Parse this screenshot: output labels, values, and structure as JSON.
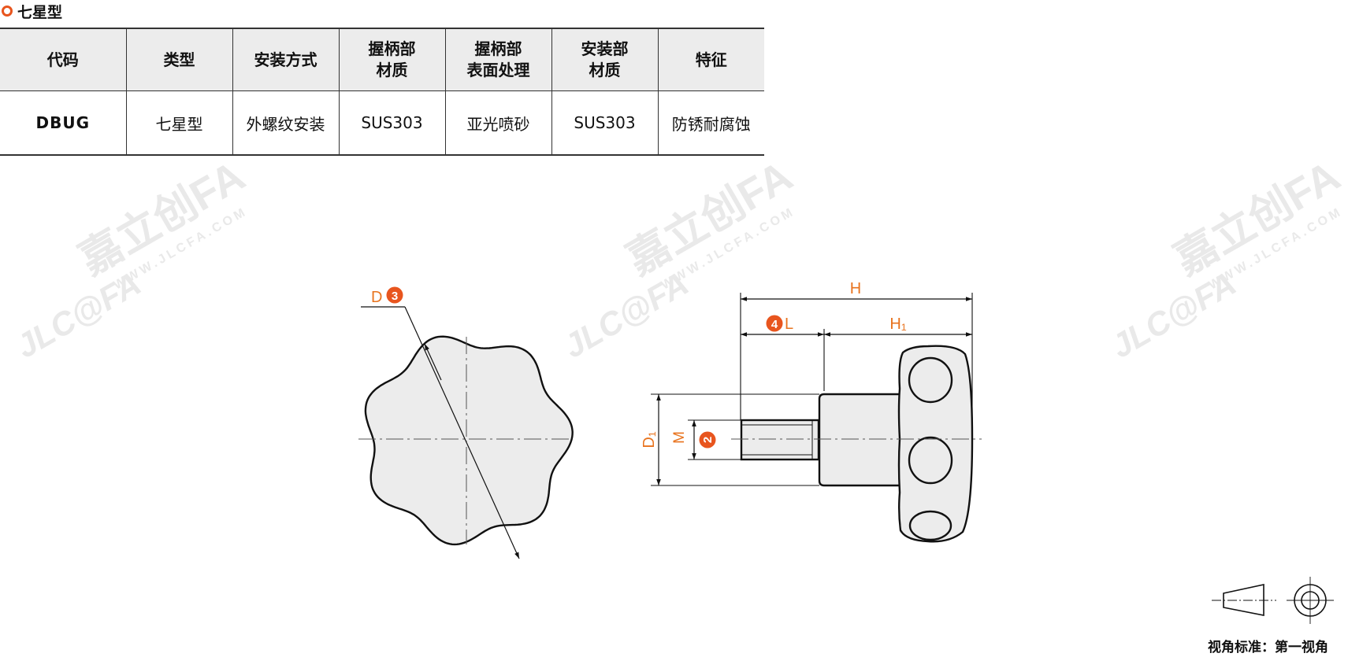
{
  "header": {
    "title": "七星型"
  },
  "table": {
    "columns": [
      {
        "lines": [
          "代码"
        ]
      },
      {
        "lines": [
          "类型"
        ]
      },
      {
        "lines": [
          "安装方式"
        ]
      },
      {
        "lines": [
          "握柄部",
          "材质"
        ]
      },
      {
        "lines": [
          "握柄部",
          "表面处理"
        ]
      },
      {
        "lines": [
          "安装部",
          "材质"
        ]
      },
      {
        "lines": [
          "特征"
        ]
      }
    ],
    "rows": [
      [
        "DBUG",
        "七星型",
        "外螺纹安装",
        "SUS303",
        "亚光喷砂",
        "SUS303",
        "防锈耐腐蚀"
      ]
    ]
  },
  "watermark": {
    "brand_cn": "嘉立创FA",
    "brand_en": "JLC@FA",
    "url": "WWW.JLCFA.COM"
  },
  "dimensions": {
    "D": "D",
    "D_badge": "3",
    "H": "H",
    "L": "L",
    "L_badge": "4",
    "H1": "H₁",
    "D1": "D₁",
    "M": "M",
    "M_badge": "2"
  },
  "colors": {
    "accent": "#e8551e",
    "code": "#3a6e9c",
    "dim": "#e8731e",
    "part_fill": "#ececec"
  },
  "view_standard": {
    "caption": "视角标准：第一视角"
  }
}
